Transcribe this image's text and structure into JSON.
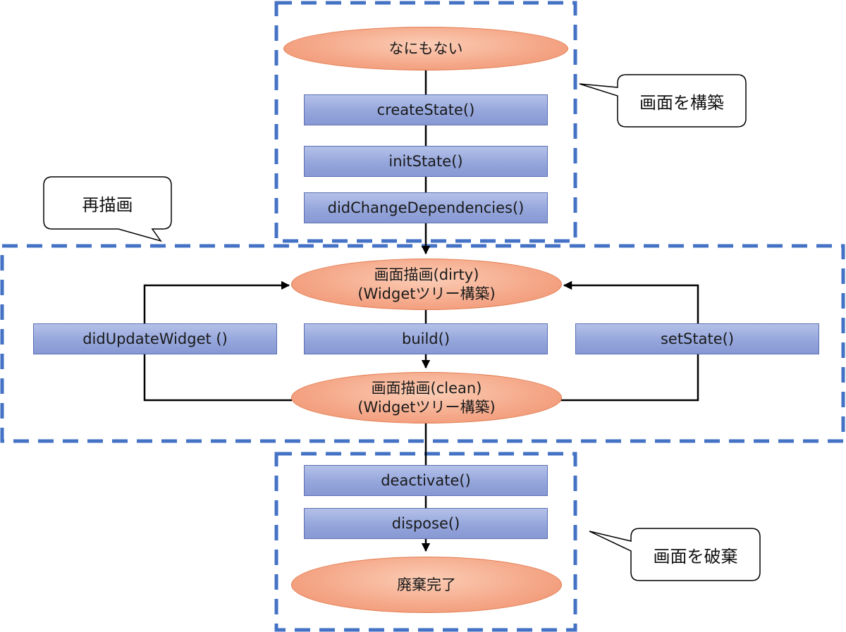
{
  "states": {
    "nothing": "なにもない",
    "dirty_line1": "画面描画(dirty)",
    "dirty_line2": "(Widgetツリー構築)",
    "clean_line1": "画面描画(clean)",
    "clean_line2": "(Widgetツリー構築)",
    "disposed": "廃棄完了"
  },
  "methods": {
    "create_state": "createState()",
    "init_state": "initState()",
    "did_change_dependencies": "didChangeDependencies()",
    "did_update_widget": "didUpdateWidget ()",
    "build": "build()",
    "set_state": "setState()",
    "deactivate": "deactivate()",
    "dispose": "dispose()"
  },
  "callouts": {
    "build_screen": "画面を構築",
    "redraw": "再描画",
    "dispose_screen": "画面を破棄"
  },
  "colors": {
    "group_border": "#4472c4",
    "method_box": "#95a6dc",
    "state_ellipse": "#f5a98a"
  }
}
